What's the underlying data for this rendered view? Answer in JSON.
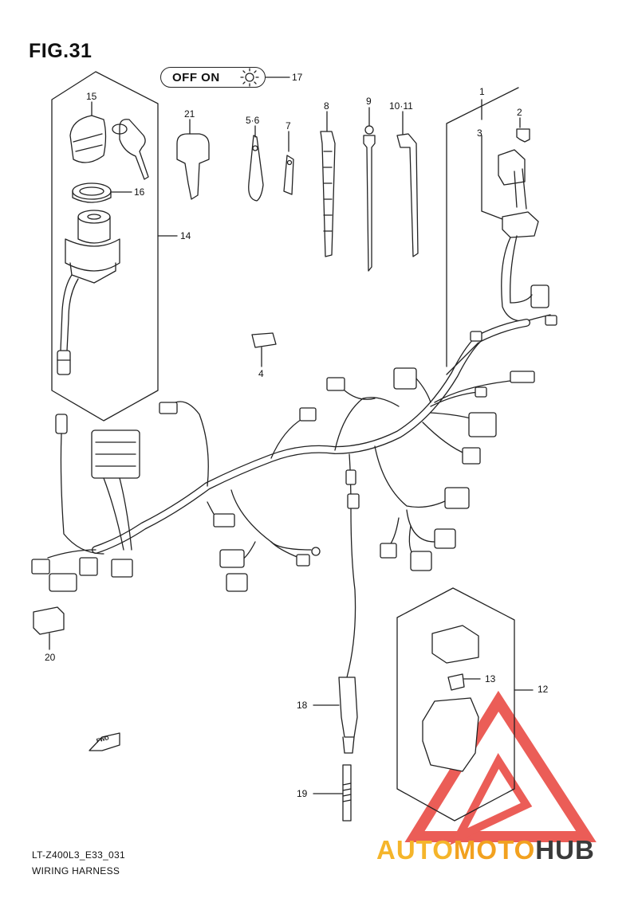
{
  "figure": {
    "title": "FIG.31",
    "switch_label": "OFF ON",
    "model_code": "LT-Z400L3_E33_031",
    "caption": "WIRING HARNESS",
    "fwd_label": "FWD"
  },
  "callouts": [
    "1",
    "2",
    "3",
    "4",
    "5·6",
    "7",
    "8",
    "9",
    "10·11",
    "12",
    "13",
    "14",
    "15",
    "16",
    "17",
    "18",
    "19",
    "20",
    "21"
  ],
  "watermark": {
    "part_a": "AUTO",
    "part_b": "MOTO",
    "part_c": "HUB"
  },
  "colors": {
    "line": "#222222",
    "watermark_red": "#e8413a",
    "watermark_orange": "#f5b52a",
    "watermark_gray": "#3a3a3a"
  }
}
